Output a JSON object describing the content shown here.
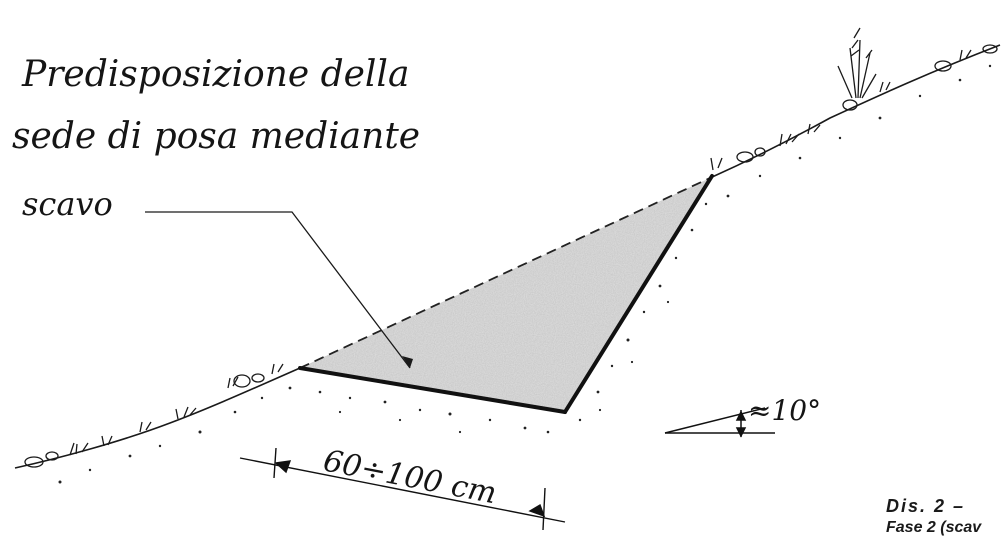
{
  "title_lines": [
    "Predisposizione della",
    "sede di posa mediante",
    "scavo"
  ],
  "dimension_label": "60÷100 cm",
  "angle_label": "≈10°",
  "caption": {
    "line1": "Dis. 2 –",
    "line2": "Fase 2 (scav"
  }
}
